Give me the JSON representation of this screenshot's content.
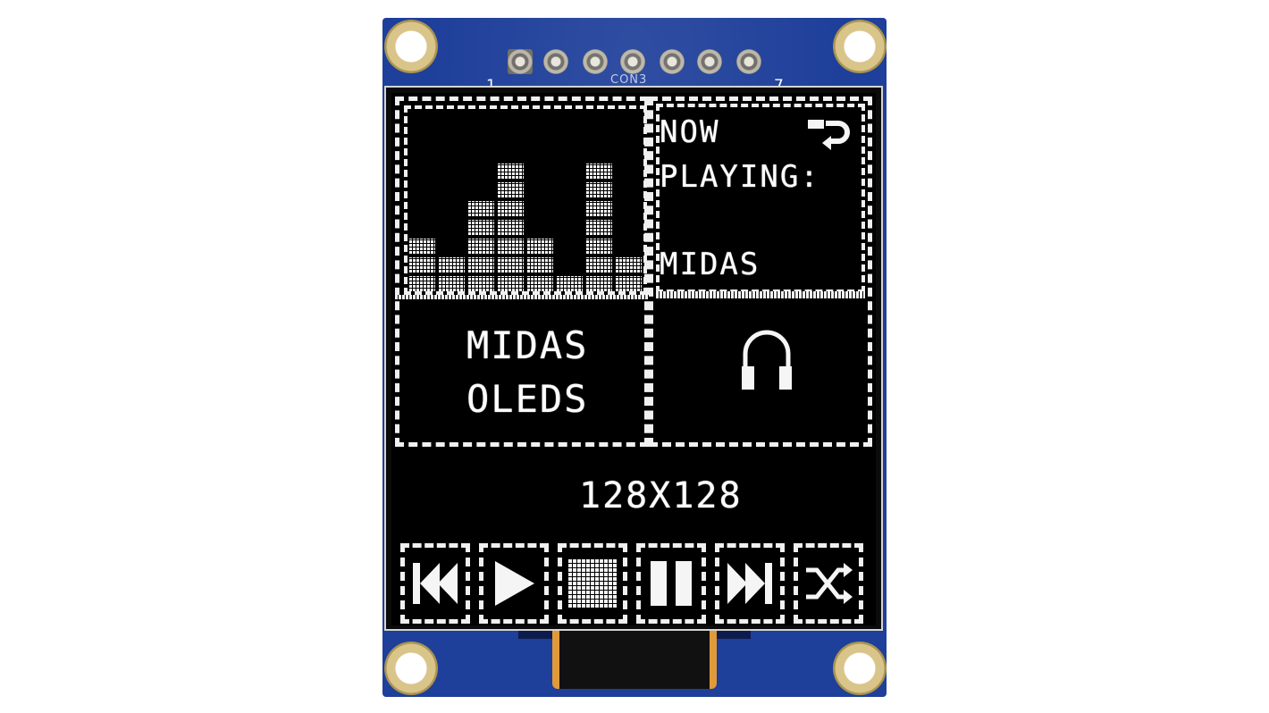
{
  "board": {
    "pin_first": "1",
    "pin_last": "7",
    "connector_label": "CON3",
    "colors": {
      "pcb": "#1e3f9a",
      "pad": "#d9c48a",
      "screen": "#000000",
      "pixel": "#f5f5f5"
    }
  },
  "display": {
    "now_playing_line1": "NOW",
    "now_playing_line2": "PLAYING:",
    "now_playing_title": "MIDAS",
    "brand_line1": "MIDAS",
    "brand_line2": "OLEDS",
    "resolution": "128X128",
    "repeat_icon": "repeat-icon",
    "headphones_icon": "headphones-icon",
    "equalizer_levels": [
      0.3,
      0.25,
      0.6,
      0.8,
      0.35,
      0.1,
      0.8,
      0.25
    ]
  },
  "controls": [
    {
      "name": "previous-button",
      "icon": "previous-icon"
    },
    {
      "name": "play-button",
      "icon": "play-icon"
    },
    {
      "name": "stop-button",
      "icon": "stop-icon"
    },
    {
      "name": "pause-button",
      "icon": "pause-icon"
    },
    {
      "name": "next-button",
      "icon": "next-icon"
    },
    {
      "name": "shuffle-button",
      "icon": "shuffle-icon"
    }
  ]
}
